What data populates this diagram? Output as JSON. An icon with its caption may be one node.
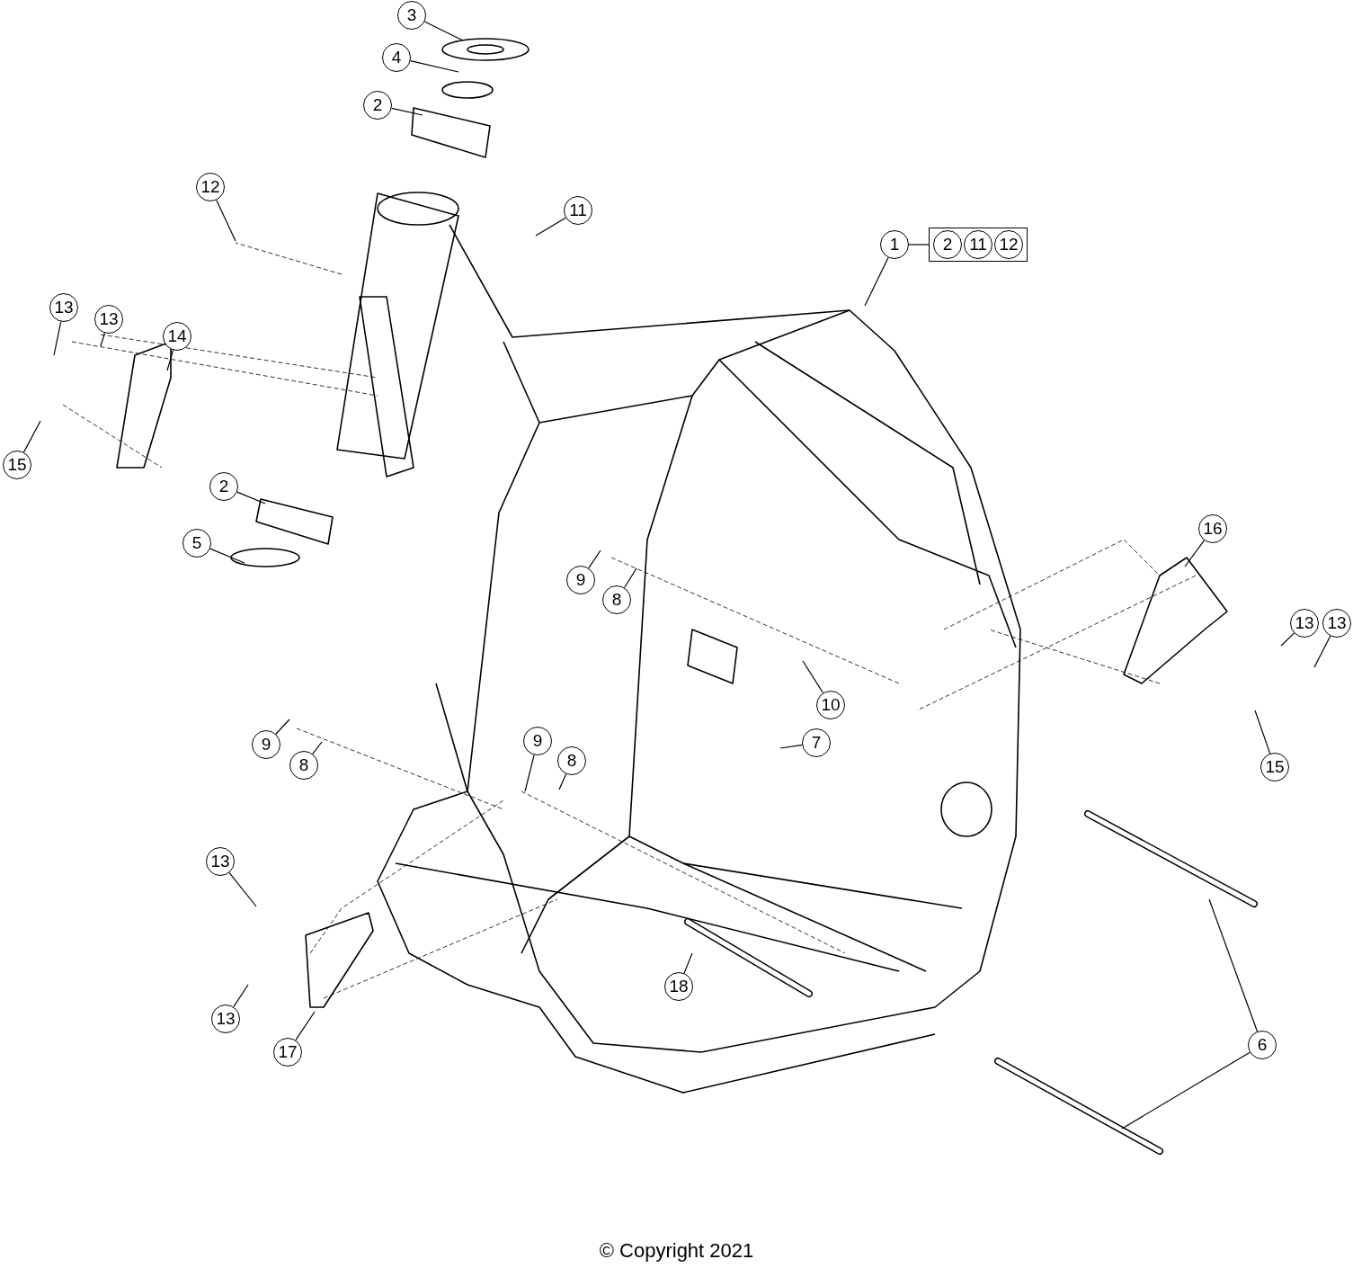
{
  "diagram": {
    "caption": "© Copyright 2021",
    "nodes": [
      {
        "text": [
          "3"
        ]
      },
      {
        "text": [
          "4"
        ]
      },
      {
        "text": [
          "2"
        ]
      },
      {
        "text": [
          "12"
        ]
      },
      {
        "text": [
          "11"
        ]
      },
      {
        "text": [
          "1"
        ]
      },
      {
        "text": [],
        "shape": "box"
      },
      {
        "text": [
          "2"
        ],
        "in": 6
      },
      {
        "text": [
          "11"
        ],
        "in": 6
      },
      {
        "text": [
          "12"
        ],
        "in": 6
      },
      {
        "text": [
          "13"
        ]
      },
      {
        "text": [
          "13"
        ]
      },
      {
        "text": [
          "14"
        ]
      },
      {
        "text": [
          "15"
        ]
      },
      {
        "text": [
          "2"
        ]
      },
      {
        "text": [
          "5"
        ]
      },
      {
        "text": [
          "16"
        ]
      },
      {
        "text": [
          "9"
        ]
      },
      {
        "text": [
          "8"
        ]
      },
      {
        "text": [
          "13"
        ]
      },
      {
        "text": [
          "13"
        ]
      },
      {
        "text": [
          "10"
        ]
      },
      {
        "text": [
          "9"
        ]
      },
      {
        "text": [
          "8"
        ]
      },
      {
        "text": [
          "7"
        ]
      },
      {
        "text": [
          "9"
        ]
      },
      {
        "text": [
          "8"
        ]
      },
      {
        "text": [
          "15"
        ]
      },
      {
        "text": [
          "13"
        ]
      },
      {
        "text": [
          "6"
        ]
      },
      {
        "text": [
          "18"
        ]
      },
      {
        "text": [
          "13"
        ]
      },
      {
        "text": [
          "17"
        ]
      }
    ],
    "edges": [
      {
        "from": 0,
        "to": null,
        "arrow": "none"
      },
      {
        "from": 1,
        "to": null,
        "arrow": "none"
      },
      {
        "from": 2,
        "to": null,
        "arrow": "none"
      },
      {
        "from": 3,
        "to": null,
        "arrow": "none"
      },
      {
        "from": 4,
        "to": null,
        "arrow": "none"
      },
      {
        "from": 5,
        "to": null,
        "arrow": "none"
      },
      {
        "from": 5,
        "to": 6,
        "arrow": "none"
      },
      {
        "from": 10,
        "to": null,
        "arrow": "none"
      },
      {
        "from": 11,
        "to": null,
        "arrow": "none"
      },
      {
        "from": 12,
        "to": null,
        "arrow": "none"
      },
      {
        "from": 13,
        "to": null,
        "arrow": "none"
      },
      {
        "from": 14,
        "to": null,
        "arrow": "none"
      },
      {
        "from": 15,
        "to": null,
        "arrow": "none"
      },
      {
        "from": 16,
        "to": null,
        "arrow": "none"
      },
      {
        "from": 17,
        "to": null,
        "arrow": "none"
      },
      {
        "from": 18,
        "to": null,
        "arrow": "none"
      },
      {
        "from": 19,
        "to": null,
        "arrow": "none"
      },
      {
        "from": 20,
        "to": null,
        "arrow": "none"
      },
      {
        "from": 21,
        "to": null,
        "arrow": "none"
      },
      {
        "from": 22,
        "to": null,
        "arrow": "none"
      },
      {
        "from": 23,
        "to": null,
        "arrow": "none"
      },
      {
        "from": 24,
        "to": null,
        "arrow": "none"
      },
      {
        "from": 25,
        "to": null,
        "arrow": "none"
      },
      {
        "from": 26,
        "to": null,
        "arrow": "none"
      },
      {
        "from": 27,
        "to": null,
        "arrow": "none"
      },
      {
        "from": 28,
        "to": null,
        "arrow": "none"
      },
      {
        "from": 29,
        "to": null,
        "arrow": "none"
      },
      {
        "from": 29,
        "to": null,
        "arrow": "none"
      },
      {
        "from": 30,
        "to": null,
        "arrow": "none"
      },
      {
        "from": 31,
        "to": null,
        "arrow": "none"
      },
      {
        "from": 32,
        "to": null,
        "arrow": "none"
      }
    ]
  }
}
